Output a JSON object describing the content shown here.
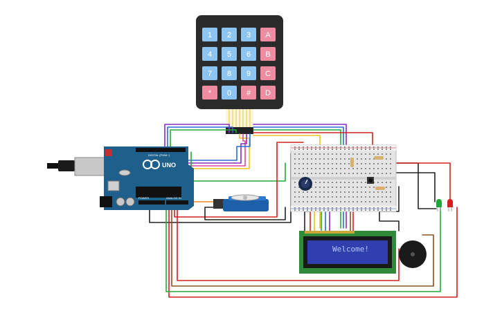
{
  "keypad": {
    "keys": [
      [
        "1",
        "2",
        "3",
        "A"
      ],
      [
        "4",
        "5",
        "6",
        "B"
      ],
      [
        "7",
        "8",
        "9",
        "C"
      ],
      [
        "*",
        "0",
        "#",
        "D"
      ]
    ],
    "digit_color": "#8ec5f0",
    "letter_color": "#f08ca0"
  },
  "lcd": {
    "text": "Welcome!",
    "screen_color": "#2f3fae",
    "text_color": "#b8c4ff",
    "board_color": "#2e8b3a"
  },
  "arduino": {
    "board_color": "#1f5f8b",
    "labels": {
      "uno": "UNO",
      "power": "POWER",
      "analog": "ANALOG IN",
      "digital": "DIGITAL (PWM~)"
    }
  },
  "leds": {
    "green": "#1fa83a",
    "red": "#d41f1f"
  },
  "wire_colors": {
    "red": "#d42020",
    "black": "#222222",
    "green": "#22a83a",
    "yellow": "#f0c020",
    "orange": "#f08a20",
    "purple": "#8a2ac0",
    "blue": "#2a6ad4",
    "pink": "#e040a0",
    "brown": "#8a5020"
  }
}
